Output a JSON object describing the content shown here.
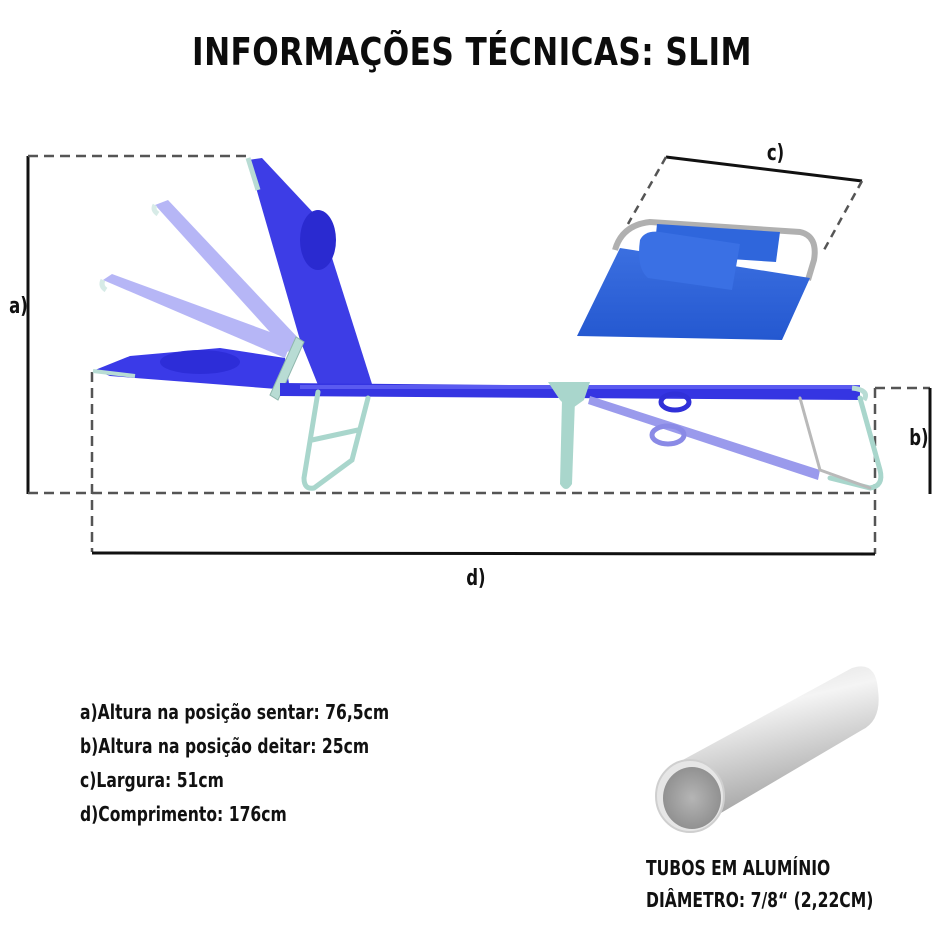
{
  "title": "INFORMAÇÕES TÉCNICAS: SLIM",
  "diagram": {
    "dimension_labels": {
      "a": "a)",
      "b": "b)",
      "c": "c)",
      "d": "d)"
    },
    "colors": {
      "fabric": "#3a3ae8",
      "fabric_ghost": "#8f8fe8",
      "frame": "#a9d6cc",
      "dash": "#555555",
      "line": "#111111"
    }
  },
  "specs": [
    {
      "key": "a)",
      "label": "Altura na posição sentar: 76,5cm",
      "text": "a)Altura na posição sentar: 76,5cm"
    },
    {
      "key": "b)",
      "label": "Altura na posição deitar: 25cm",
      "text": "b)Altura na posição deitar: 25cm"
    },
    {
      "key": "c)",
      "label": "Largura: 51cm",
      "text": "c)Largura: 51cm"
    },
    {
      "key": "d)",
      "label": "Comprimento: 176cm",
      "text": "d)Comprimento: 176cm"
    }
  ],
  "tube": {
    "line1": "TUBOS EM ALUMÍNIO",
    "line2": "DIÂMETRO: 7/8“ (2,22CM)"
  }
}
